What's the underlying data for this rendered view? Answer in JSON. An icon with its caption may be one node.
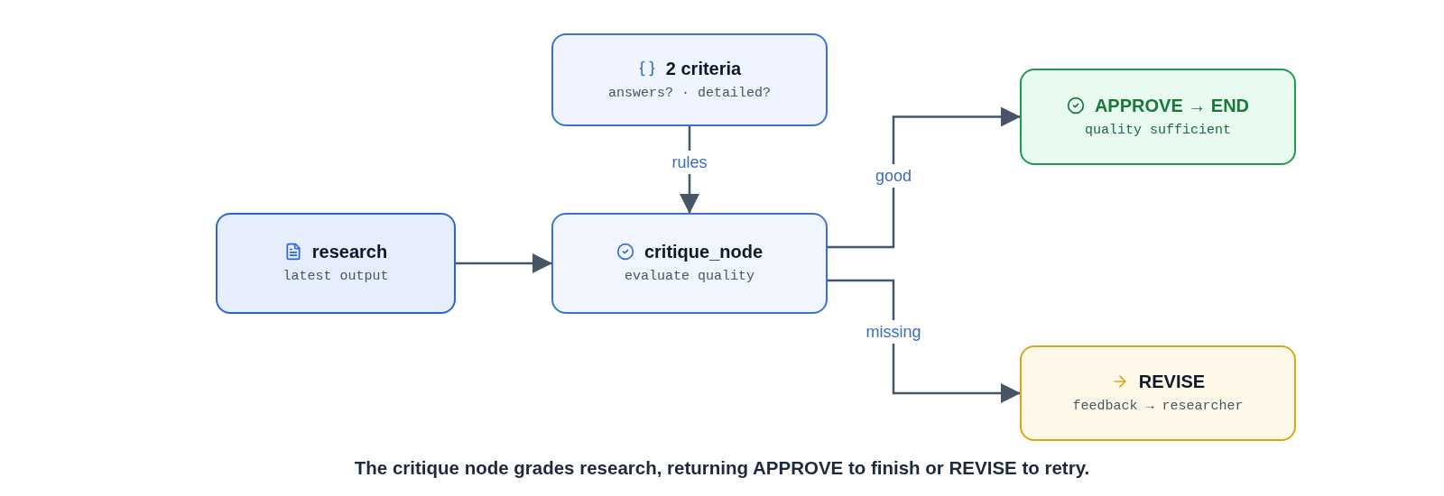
{
  "diagram": {
    "nodes": [
      {
        "text": [
          "research",
          "latest output"
        ]
      },
      {
        "text": [
          "2 criteria",
          "answers? · detailed?"
        ]
      },
      {
        "text": [
          "critique_node",
          "evaluate quality"
        ]
      },
      {
        "text": [
          "APPROVE → END",
          "quality sufficient"
        ]
      },
      {
        "text": [
          "REVISE",
          "feedback → researcher"
        ]
      }
    ],
    "edges": [
      {
        "from": 0,
        "to": 2,
        "arrow": "to"
      },
      {
        "from": 1,
        "to": 2,
        "arrow": "to",
        "label": "rules"
      },
      {
        "from": 2,
        "to": 3,
        "arrow": "to",
        "label": "good"
      },
      {
        "from": 2,
        "to": 4,
        "arrow": "to",
        "label": "missing"
      }
    ],
    "caption": "The critique node grades research, returning APPROVE to finish or REVISE to retry."
  }
}
